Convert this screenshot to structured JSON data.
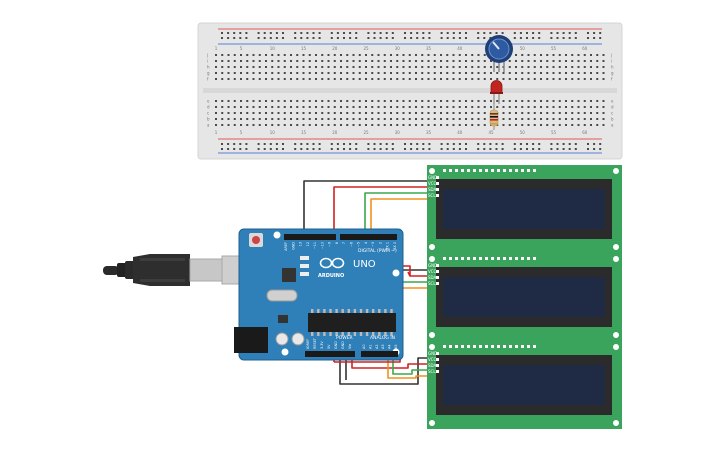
{
  "canvas": {
    "background": "#ffffff"
  },
  "breadboard": {
    "column_numbers": [
      "1",
      "5",
      "10",
      "15",
      "20",
      "25",
      "30",
      "35",
      "40",
      "45",
      "50",
      "55",
      "60"
    ],
    "row_letters_top": [
      "j",
      "i",
      "h",
      "g",
      "f"
    ],
    "row_letters_bottom": [
      "e",
      "d",
      "c",
      "b",
      "a"
    ],
    "colors": {
      "body": "#e6e6e6",
      "hole": "#4a4a4a",
      "rail_red": "#e05a5a",
      "rail_blue": "#5a7fd6"
    }
  },
  "potentiometer": {
    "icon": "potentiometer-knob-icon",
    "color": "#2d5aa0"
  },
  "led": {
    "icon": "led-icon",
    "color": "#c0261f"
  },
  "resistor": {
    "icon": "resistor-icon"
  },
  "arduino": {
    "board_color": "#2f7fb8",
    "model_text": "UNO",
    "brand_text": "ARDUINO",
    "digital_header": "DIGITAL (PWM ~)",
    "power_header": "POWER",
    "analog_header": "ANALOG IN",
    "digital_pins": [
      "AREF",
      "GND",
      "13",
      "12",
      "~11",
      "~10",
      "~9",
      "8",
      "7",
      "~6",
      "~5",
      "4",
      "~3",
      "2",
      "TX 1",
      "RX 0"
    ],
    "power_pins": [
      "IOREF",
      "RESET",
      "3.3V",
      "5V",
      "GND",
      "GND",
      "Vin"
    ],
    "analog_pins": [
      "A0",
      "A1",
      "A2",
      "A3",
      "A4",
      "A5"
    ],
    "usb_icon": "usb-cable-icon"
  },
  "lcd_modules": [
    {
      "pins": [
        "GND",
        "VCC",
        "SDA",
        "SCL"
      ],
      "board_color": "#3aa35c",
      "screen_color": "#1f2a44"
    },
    {
      "pins": [
        "GND",
        "VCC",
        "SDA",
        "SCL"
      ],
      "board_color": "#3aa35c",
      "screen_color": "#1f2a44"
    },
    {
      "pins": [
        "GND",
        "VCC",
        "SDA",
        "SCL"
      ],
      "board_color": "#3aa35c",
      "screen_color": "#1f2a44"
    }
  ],
  "wire_colors": {
    "gnd": "#333333",
    "vcc": "#d42020",
    "sda": "#3aa84a",
    "scl": "#f0901e"
  }
}
